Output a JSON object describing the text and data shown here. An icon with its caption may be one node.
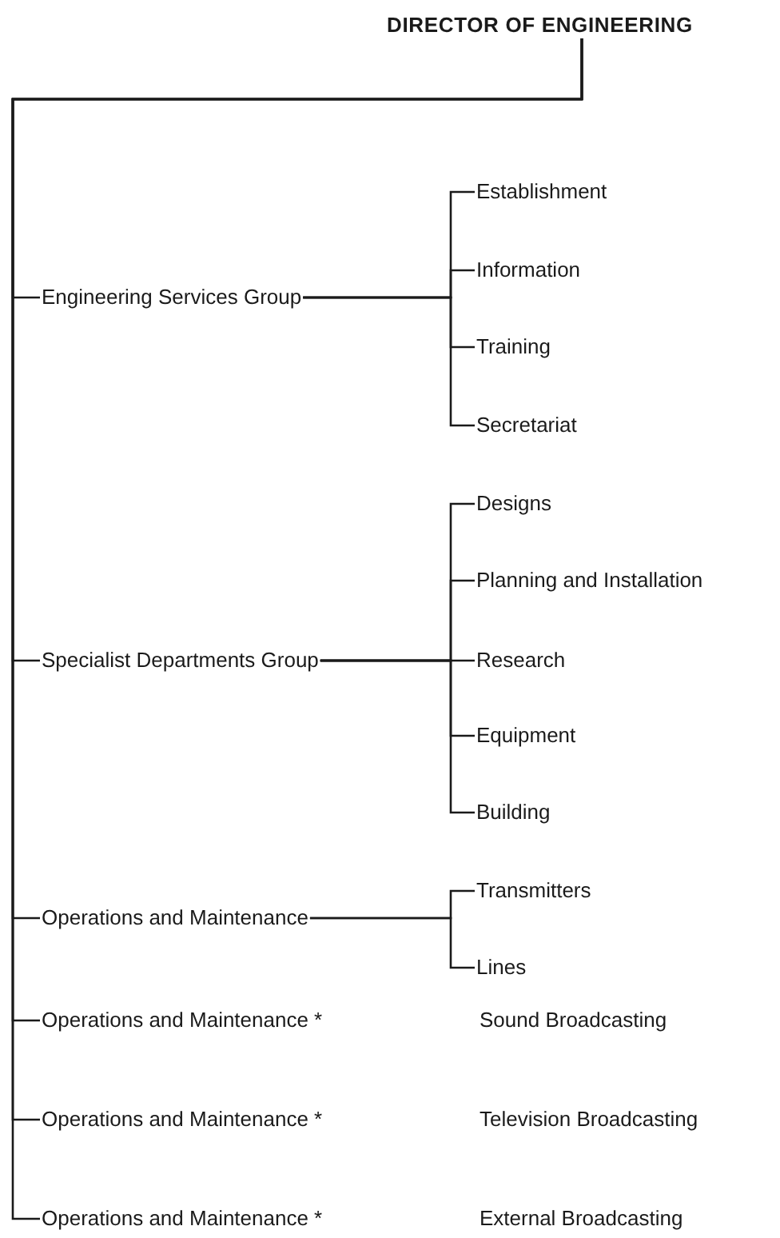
{
  "diagram": {
    "nodes": [
      {
        "text": [
          "DIRECTOR OF ENGINEERING"
        ]
      },
      {
        "text": [
          "Engineering Services Group"
        ]
      },
      {
        "text": [
          "Establishment"
        ]
      },
      {
        "text": [
          "Information"
        ]
      },
      {
        "text": [
          "Training"
        ]
      },
      {
        "text": [
          "Secretariat"
        ]
      },
      {
        "text": [
          "Specialist Departments Group"
        ]
      },
      {
        "text": [
          "Designs"
        ]
      },
      {
        "text": [
          "Planning and Installation"
        ]
      },
      {
        "text": [
          "Research"
        ]
      },
      {
        "text": [
          "Equipment"
        ]
      },
      {
        "text": [
          "Building"
        ]
      },
      {
        "text": [
          "Operations and Maintenance"
        ]
      },
      {
        "text": [
          "Transmitters"
        ]
      },
      {
        "text": [
          "Lines"
        ]
      },
      {
        "text": [
          "Operations and Maintenance *"
        ]
      },
      {
        "text": [
          "Operations and Maintenance *"
        ]
      },
      {
        "text": [
          "Operations and Maintenance *"
        ]
      }
    ],
    "labels": [
      "Sound Broadcasting",
      "Television Broadcasting",
      "External Broadcasting"
    ],
    "edges": [
      {
        "from": 0,
        "to": 1,
        "arrow": "none"
      },
      {
        "from": 1,
        "to": 2,
        "arrow": "none"
      },
      {
        "from": 1,
        "to": 3,
        "arrow": "none"
      },
      {
        "from": 1,
        "to": 4,
        "arrow": "none"
      },
      {
        "from": 1,
        "to": 5,
        "arrow": "none"
      },
      {
        "from": 0,
        "to": 6,
        "arrow": "none"
      },
      {
        "from": 6,
        "to": 7,
        "arrow": "none"
      },
      {
        "from": 6,
        "to": 8,
        "arrow": "none"
      },
      {
        "from": 6,
        "to": 9,
        "arrow": "none"
      },
      {
        "from": 6,
        "to": 10,
        "arrow": "none"
      },
      {
        "from": 6,
        "to": 11,
        "arrow": "none"
      },
      {
        "from": 0,
        "to": 12,
        "arrow": "none"
      },
      {
        "from": 12,
        "to": 13,
        "arrow": "none"
      },
      {
        "from": 12,
        "to": 14,
        "arrow": "none"
      },
      {
        "from": 0,
        "to": 15,
        "arrow": "none"
      },
      {
        "from": 0,
        "to": 16,
        "arrow": "none"
      },
      {
        "from": 0,
        "to": 17,
        "arrow": "none"
      }
    ]
  }
}
